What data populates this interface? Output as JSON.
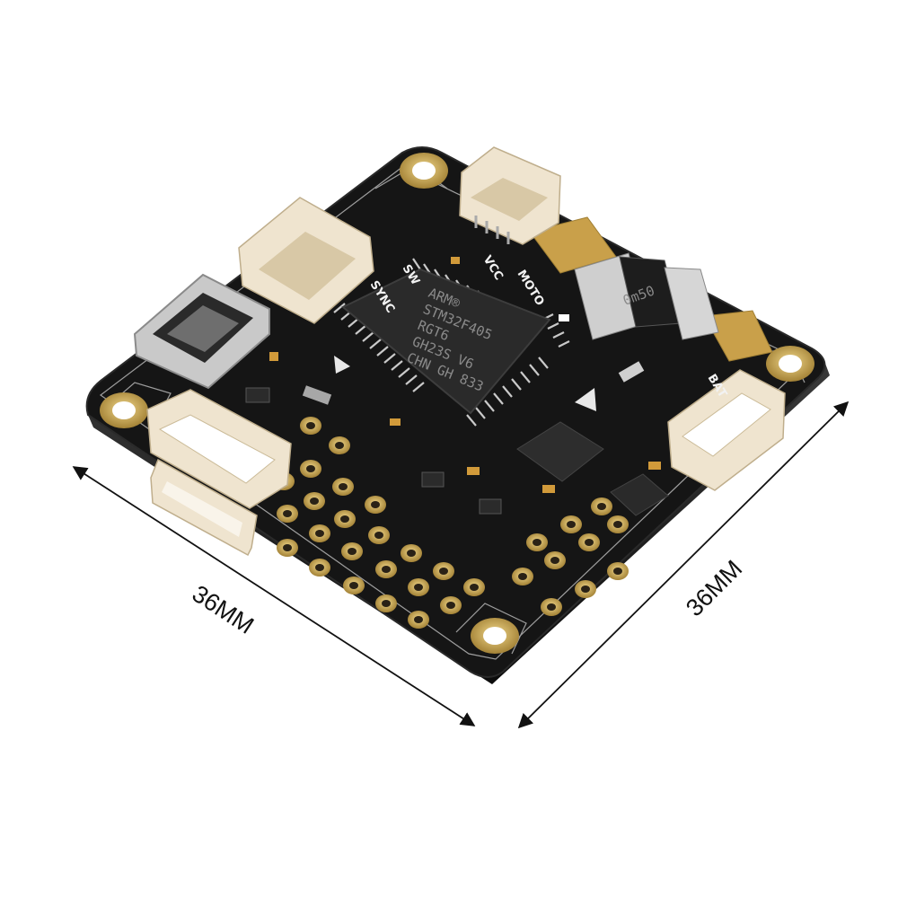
{
  "dimensions": {
    "left_label": "36MM",
    "right_label": "36MM"
  },
  "board": {
    "silkscreen": {
      "sync": "SYNC",
      "sw": "SW",
      "vcc": "VCC",
      "moto": "MOTO",
      "bat": "BAT"
    },
    "mcu_marking": [
      "ARM®",
      "STM32F405",
      "RGT6",
      "GH23S V6",
      "CHN GH 833"
    ],
    "shunt_marking": "0m50",
    "colors": {
      "pcb": "#141414",
      "gold": "#c8a24a",
      "connector": "#efe4cf",
      "chip": "#2a2a2a",
      "background": "#ffffff"
    }
  }
}
